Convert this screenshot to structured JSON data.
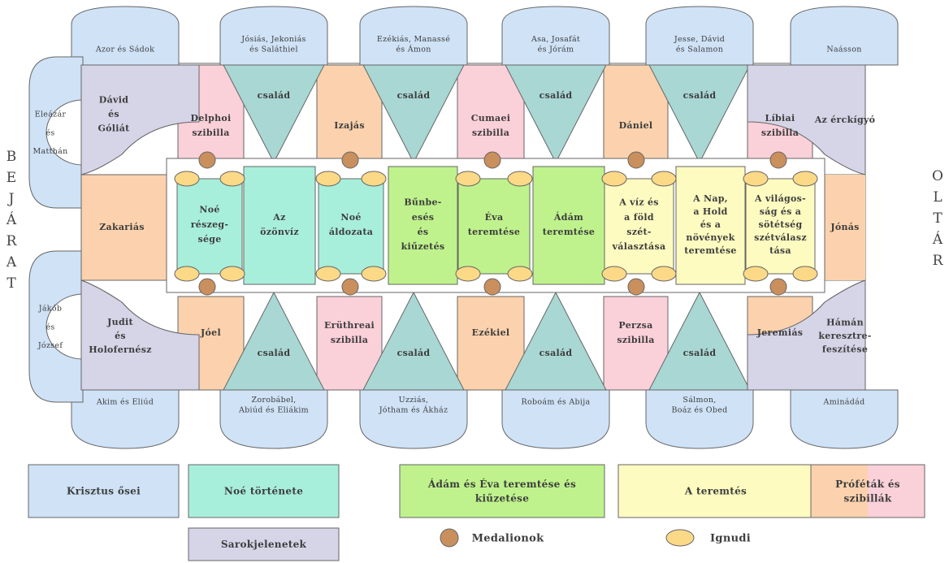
{
  "colors": {
    "ancestors": "#cfe2f6",
    "corner": "#d6d4e7",
    "noah": "#a8efdb",
    "adam_eve": "#bff28c",
    "creation": "#fdfbc0",
    "prophet": "#fbd2ad",
    "sibyl": "#fad0d9",
    "family": "#a9d7d3",
    "medallion": "#c98f5d",
    "ignudi": "#fbd987",
    "stroke": "#666666"
  },
  "side_labels": {
    "left": "BEJÁRAT",
    "right": "OLTÁR"
  },
  "ancestors_top": [
    "Azor és Sádok",
    "Jósiás, Jekoniás\nés Saláthiel",
    "Ezékiás, Manassé\nés Ámon",
    "Asa, Josafát\nés Jórám",
    "Jesse, Dávid\nés Salamon",
    "Naásson"
  ],
  "ancestors_bottom": [
    "Akim és Eliúd",
    "Zorobábel,\nAbiúd és Eliákim",
    "Uzziás,\nJótham és Ákház",
    "Roboám és Abija",
    "Sálmon,\nBoáz és Obed",
    "Aminádád"
  ],
  "ancestors_left": [
    "Eleázár\n\nés\n\nMatthán",
    "Jákób\n\nés\n\nJózsef"
  ],
  "corners": [
    "Dávid\nés\nGóliát",
    "Az érckígyó",
    "Judit\nés\nHolofernész",
    "Hámán\nkeresztre-\nfeszítése"
  ],
  "family_label": "család",
  "seers_top": [
    {
      "label": "Delphoi\nszibilla",
      "kind": "sibyl"
    },
    {
      "label": "Izajás",
      "kind": "prophet"
    },
    {
      "label": "Cumaei\nszibilla",
      "kind": "sibyl"
    },
    {
      "label": "Dániel",
      "kind": "prophet"
    },
    {
      "label": "Líbiai\nszibilla",
      "kind": "sibyl"
    }
  ],
  "seers_bottom": [
    {
      "label": "Jóel",
      "kind": "prophet"
    },
    {
      "label": "Erüthreai\nszibilla",
      "kind": "sibyl"
    },
    {
      "label": "Ezékiel",
      "kind": "prophet"
    },
    {
      "label": "Perzsa\nszibilla",
      "kind": "sibyl"
    },
    {
      "label": "Jeremiás",
      "kind": "prophet"
    }
  ],
  "end_prophets": [
    "Zakariás",
    "Jónás"
  ],
  "panels": [
    {
      "label": "Noé\nrészeg-\nsége",
      "kind": "noah"
    },
    {
      "label": "Az\nözönvíz",
      "kind": "noah"
    },
    {
      "label": "Noé\náldozata",
      "kind": "noah"
    },
    {
      "label": "Bűnbe-\nesés\nés\nkiűzetés",
      "kind": "adam_eve"
    },
    {
      "label": "Éva\nteremtése",
      "kind": "adam_eve"
    },
    {
      "label": "Ádám\nteremtése",
      "kind": "adam_eve"
    },
    {
      "label": "A víz és\na föld\nszét-\nválasztása",
      "kind": "creation"
    },
    {
      "label": "A Nap,\na Hold\nés a\nnövények\nteremtése",
      "kind": "creation"
    },
    {
      "label": "A világos-\nság és a\nsötétség\nszétválasz\ntása",
      "kind": "creation"
    }
  ],
  "legend": [
    {
      "label": "Krisztus ősei",
      "kind": "ancestors"
    },
    {
      "label": "Noé története",
      "kind": "noah"
    },
    {
      "label": "Ádám és Éva teremtése és\nkiűzetése",
      "kind": "adam_eve"
    },
    {
      "label": "A teremtés",
      "kind": "creation"
    },
    {
      "label": "Próféták és\nszibillák",
      "kind": "prophet_sibyl"
    },
    {
      "label": "Sarokjelenetek",
      "kind": "corner"
    },
    {
      "label": "Medalionok",
      "kind": "medallion"
    },
    {
      "label": "Ignudi",
      "kind": "ignudi"
    }
  ]
}
